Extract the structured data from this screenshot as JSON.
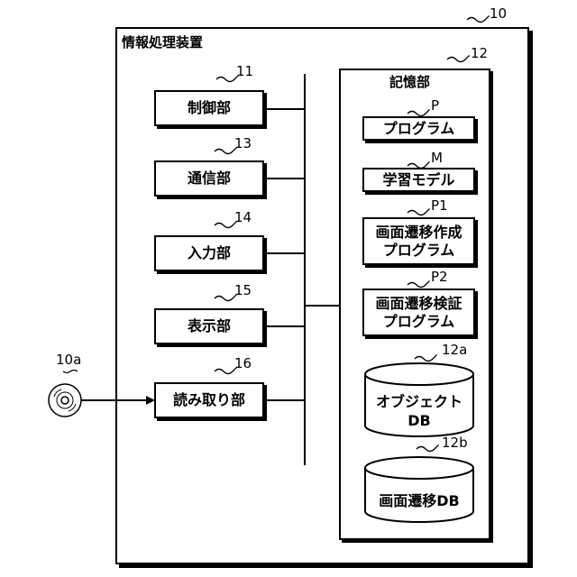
{
  "device": {
    "ref": "10",
    "title": "情報処理装置"
  },
  "units": [
    {
      "ref": "11",
      "label": "制御部"
    },
    {
      "ref": "13",
      "label": "通信部"
    },
    {
      "ref": "14",
      "label": "入力部"
    },
    {
      "ref": "15",
      "label": "表示部"
    },
    {
      "ref": "16",
      "label": "読み取り部"
    }
  ],
  "storage": {
    "ref": "12",
    "title": "記憶部",
    "items": [
      {
        "ref": "P",
        "lines": [
          "プログラム"
        ]
      },
      {
        "ref": "M",
        "lines": [
          "学習モデル"
        ]
      },
      {
        "ref": "P1",
        "lines": [
          "画面遷移作成",
          "プログラム"
        ]
      },
      {
        "ref": "P2",
        "lines": [
          "画面遷移検証",
          "プログラム"
        ]
      }
    ],
    "databases": [
      {
        "ref": "12a",
        "lines": [
          "オブジェクト",
          "DB"
        ]
      },
      {
        "ref": "12b",
        "lines": [
          "画面遷移DB"
        ]
      }
    ]
  },
  "medium": {
    "ref": "10a",
    "icon": "disc-icon"
  }
}
